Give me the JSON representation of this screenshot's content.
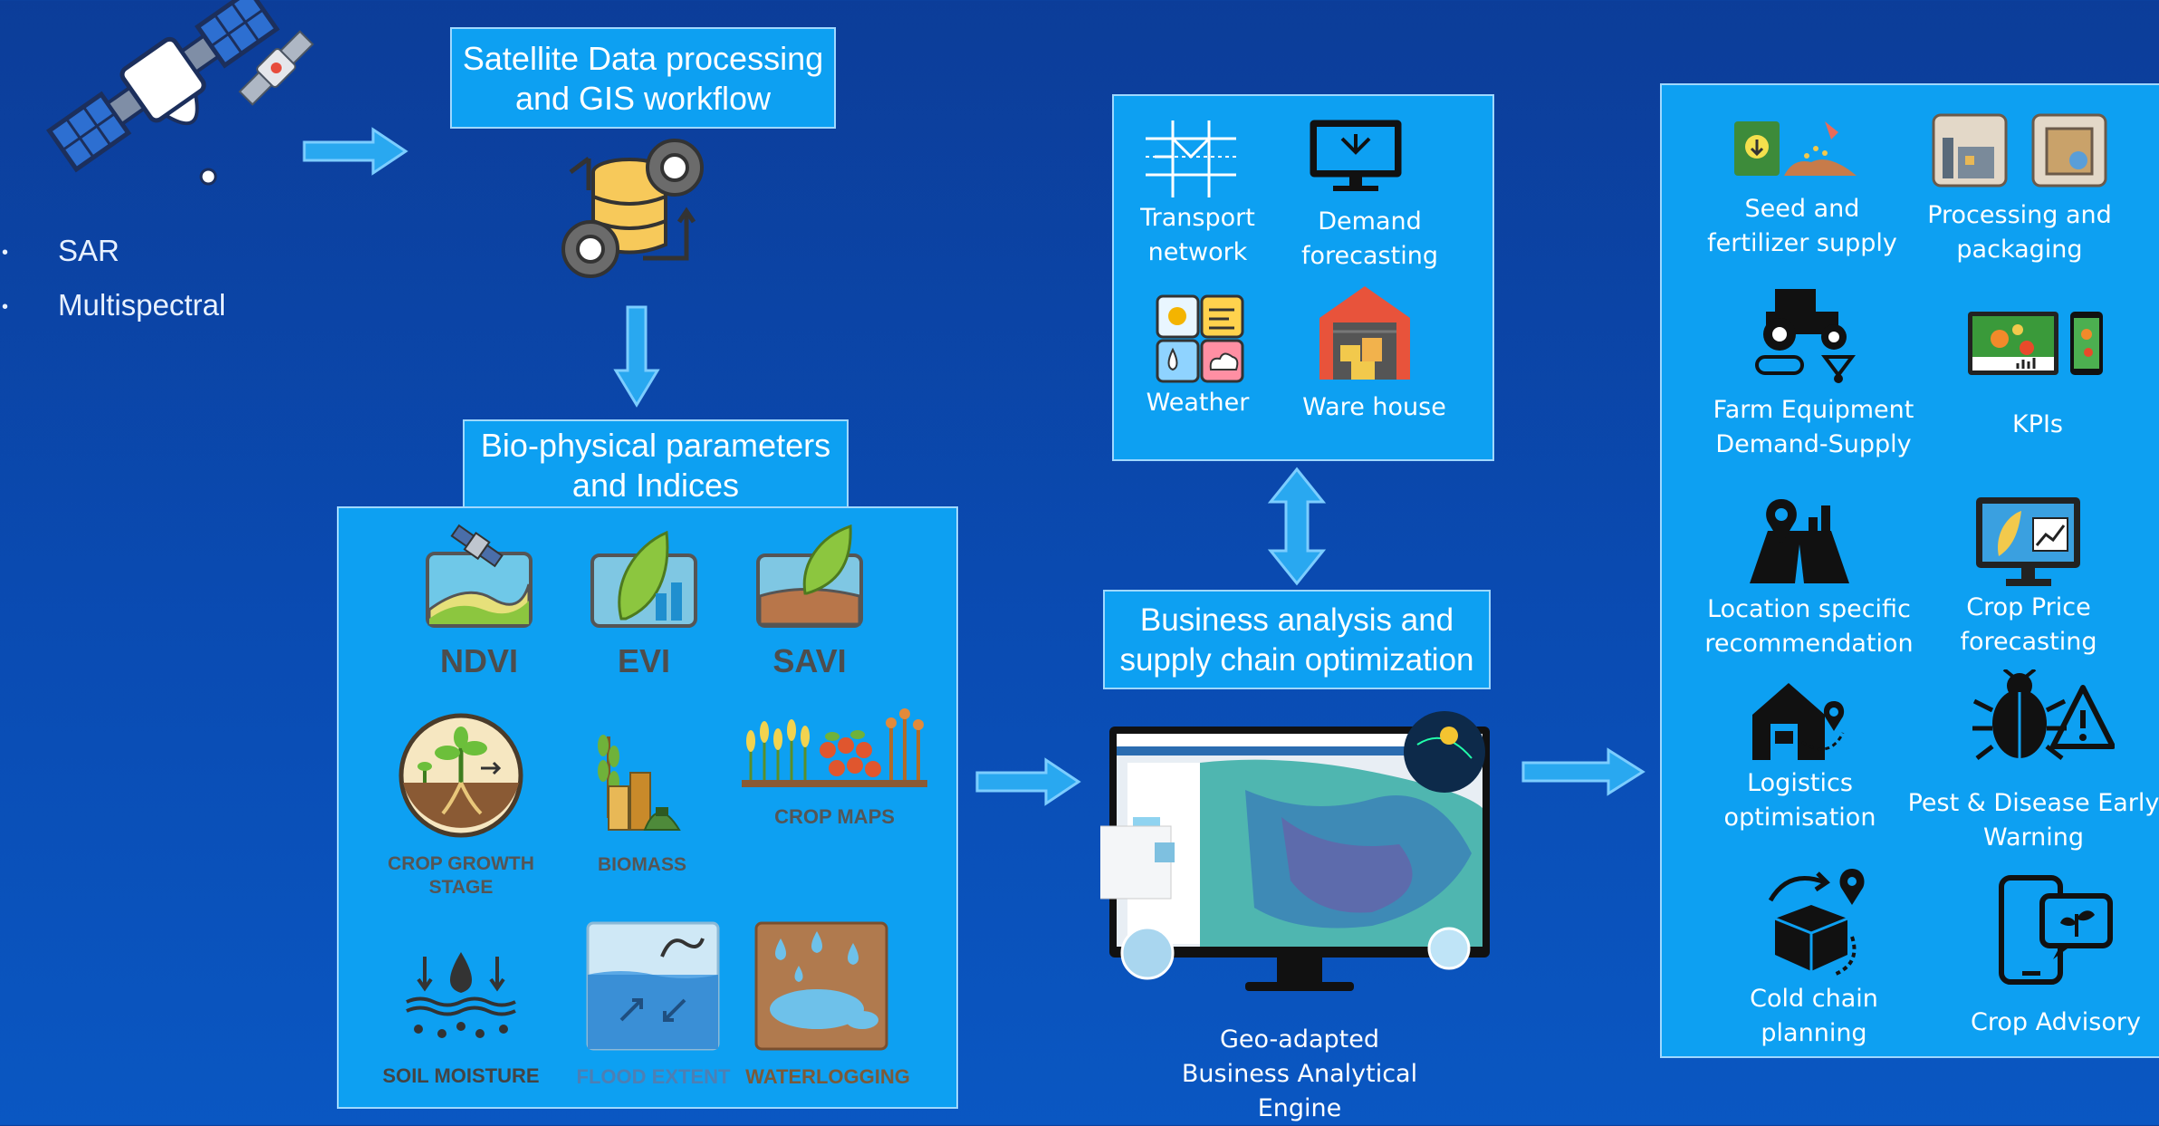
{
  "source": {
    "bullets": [
      "SAR",
      "Multispectral"
    ]
  },
  "processing": {
    "title_line1": "Satellite Data processing",
    "title_line2": "and GIS workflow"
  },
  "biophysical": {
    "title_line1": "Bio-physical parameters",
    "title_line2": "and Indices",
    "items": [
      {
        "label": "NDVI"
      },
      {
        "label": "EVI"
      },
      {
        "label": "SAVI"
      },
      {
        "label_line1": "CROP GROWTH",
        "label_line2": "STAGE"
      },
      {
        "label": "BIOMASS"
      },
      {
        "label": "CROP MAPS"
      },
      {
        "label": "SOIL MOISTURE"
      },
      {
        "label": "FLOOD EXTENT"
      },
      {
        "label": "WATERLOGGING"
      }
    ]
  },
  "inputs": {
    "items": [
      {
        "line1": "Transport",
        "line2": "network",
        "icon": "transport-network-icon"
      },
      {
        "line1": "Demand",
        "line2": "forecasting",
        "icon": "monitor-demand-icon"
      },
      {
        "line1": "Weather",
        "icon": "weather-icon"
      },
      {
        "line1": "Ware house",
        "icon": "warehouse-icon"
      }
    ]
  },
  "business": {
    "title_line1": "Business analysis and",
    "title_line2": "supply chain optimization",
    "caption_line1": "Geo-adapted",
    "caption_line2": "Business Analytical",
    "caption_line3": "Engine"
  },
  "outputs": {
    "items": [
      {
        "line1": "Seed and",
        "line2": "fertilizer supply",
        "icon": "seed-fertilizer-icon"
      },
      {
        "line1": "Processing and",
        "line2": "packaging",
        "icon": "processing-packaging-icon"
      },
      {
        "line1": "Farm Equipment",
        "line2": "Demand-Supply",
        "icon": "tractor-icon"
      },
      {
        "line1": "KPIs",
        "icon": "kpi-dashboard-icon"
      },
      {
        "line1": "Location specific",
        "line2": "recommendation",
        "icon": "location-pin-icon"
      },
      {
        "line1": "Crop Price",
        "line2": "forecasting",
        "icon": "crop-price-monitor-icon"
      },
      {
        "line1": "Logistics",
        "line2": "optimisation",
        "icon": "logistics-icon"
      },
      {
        "line1": "Pest & Disease Early",
        "line2": "Warning",
        "icon": "pest-warning-icon"
      },
      {
        "line1": "Cold chain",
        "line2": "planning",
        "icon": "cold-chain-icon"
      },
      {
        "line1": "Crop Advisory",
        "icon": "phone-advisory-icon"
      }
    ]
  },
  "colors": {
    "background_top": "#0c3d99",
    "panel": "#0da0f2",
    "panel_border": "#9fd8ff",
    "arrow": "#29a8f0"
  }
}
